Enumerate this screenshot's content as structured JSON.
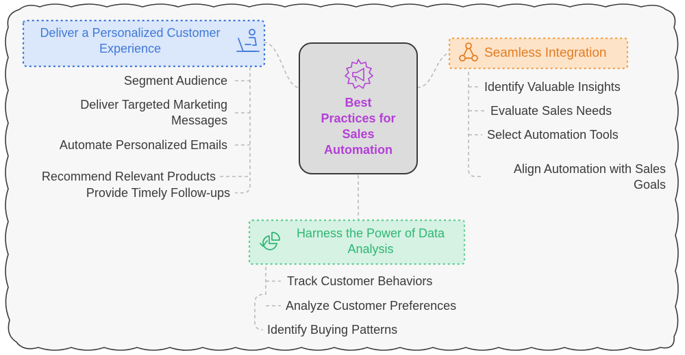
{
  "center": {
    "title_lines": [
      "Best",
      "Practices for",
      "Sales",
      "Automation"
    ],
    "icon": "megaphone-gear-icon",
    "color": "#b33fd6"
  },
  "branches": {
    "personalized": {
      "title_lines": [
        "Deliver a Personalized Customer",
        "Experience"
      ],
      "icon": "person-at-desk-icon",
      "color": "#3f79d8",
      "items": [
        [
          "Segment Audience"
        ],
        [
          "Deliver Targeted Marketing",
          "Messages"
        ],
        [
          "Automate Personalized Emails"
        ],
        [
          "Recommend Relevant Products"
        ],
        [
          "Provide Timely Follow-ups"
        ]
      ]
    },
    "integration": {
      "title": "Seamless Integration",
      "icon": "network-nodes-icon",
      "color": "#e37d22",
      "items": [
        [
          "Identify Valuable Insights"
        ],
        [
          "Evaluate Sales Needs"
        ],
        [
          "Select Automation Tools"
        ],
        [
          "Align Automation with Sales",
          "Goals"
        ]
      ]
    },
    "analysis": {
      "title_lines": [
        "Harness the Power of Data",
        "Analysis"
      ],
      "icon": "pie-chart-icon",
      "color": "#2fb673",
      "items": [
        [
          "Track Customer Behaviors"
        ],
        [
          "Analyze Customer Preferences"
        ],
        [
          "Identify Buying Patterns"
        ]
      ]
    }
  }
}
